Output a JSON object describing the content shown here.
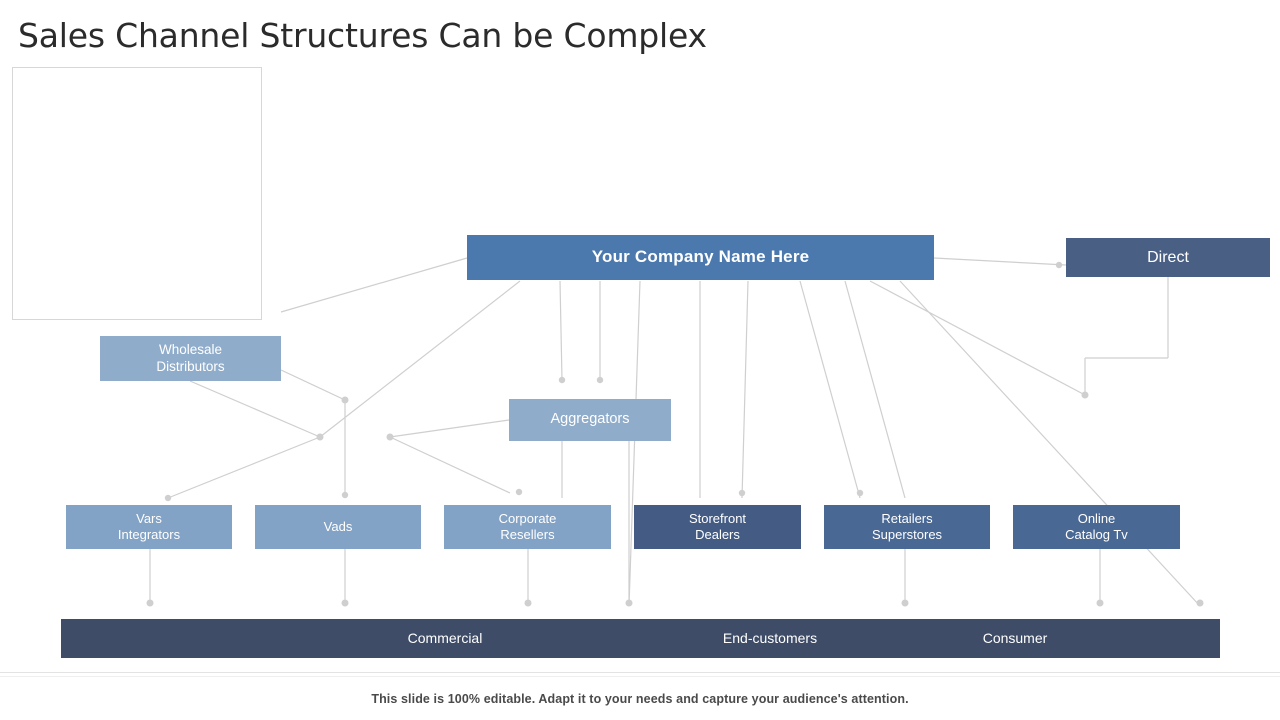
{
  "slide": {
    "title": "Sales Channel Structures Can be Complex",
    "footer_note": "This slide is 100% editable. Adapt it to your needs and capture your audience's attention."
  },
  "colors": {
    "company_box": "#4c79ad",
    "direct_box": "#4a5f84",
    "light_blue_box": "#8faccb",
    "mid_blue_box": "#82a2c6",
    "dark_navy_box": "#445c84",
    "navy_bar": "#3e4c68",
    "connector_line": "#cfcfcf",
    "title_text": "#2b2b2b"
  },
  "image": {
    "alt_name": "team-photo"
  },
  "chart_data": {
    "type": "diagram",
    "title": "Sales Channel Structures Can be Complex",
    "nodes": [
      {
        "id": "company",
        "label": "Your Company Name Here",
        "tier": 1
      },
      {
        "id": "direct",
        "label": "Direct",
        "tier": 1
      },
      {
        "id": "wholesale",
        "label_line1": "Wholesale",
        "label_line2": "Distributors",
        "tier": 2
      },
      {
        "id": "aggregators",
        "label": "Aggregators",
        "tier": 2
      },
      {
        "id": "vars",
        "label_line1": "Vars",
        "label_line2": "Integrators",
        "tier": 3
      },
      {
        "id": "vads",
        "label": "Vads",
        "tier": 3
      },
      {
        "id": "corporate",
        "label_line1": "Corporate",
        "label_line2": "Resellers",
        "tier": 3
      },
      {
        "id": "storefront",
        "label_line1": "Storefront",
        "label_line2": "Dealers",
        "tier": 3
      },
      {
        "id": "retailers",
        "label_line1": "Retailers",
        "label_line2": "Superstores",
        "tier": 3
      },
      {
        "id": "online",
        "label_line1": "Online",
        "label_line2": "Catalog Tv",
        "tier": 3
      }
    ],
    "bottom_bar_segments": [
      "Commercial",
      "End-customers",
      "Consumer"
    ],
    "edges": [
      [
        "company",
        "wholesale"
      ],
      [
        "company",
        "aggregators"
      ],
      [
        "company",
        "direct"
      ],
      [
        "company",
        "vars"
      ],
      [
        "company",
        "vads"
      ],
      [
        "company",
        "corporate"
      ],
      [
        "company",
        "storefront"
      ],
      [
        "company",
        "retailers"
      ],
      [
        "company",
        "online"
      ],
      [
        "wholesale",
        "vars"
      ],
      [
        "wholesale",
        "vads"
      ],
      [
        "aggregators",
        "corporate"
      ],
      [
        "aggregators",
        "storefront"
      ],
      [
        "direct",
        "online"
      ],
      [
        "vars",
        "commercial"
      ],
      [
        "vads",
        "commercial"
      ],
      [
        "corporate",
        "end-customers"
      ],
      [
        "storefront",
        "end-customers"
      ],
      [
        "retailers",
        "consumer"
      ],
      [
        "online",
        "consumer"
      ]
    ]
  },
  "boxes": {
    "company": "Your Company Name Here",
    "direct": "Direct",
    "wholesale_l1": "Wholesale",
    "wholesale_l2": "Distributors",
    "aggregators": "Aggregators",
    "vars_l1": "Vars",
    "vars_l2": "Integrators",
    "vads": "Vads",
    "corporate_l1": "Corporate",
    "corporate_l2": "Resellers",
    "storefront_l1": "Storefront",
    "storefront_l2": "Dealers",
    "retailers_l1": "Retailers",
    "retailers_l2": "Superstores",
    "online_l1": "Online",
    "online_l2": "Catalog Tv"
  },
  "bar": {
    "commercial": "Commercial",
    "end_customers": "End-customers",
    "consumer": "Consumer"
  }
}
